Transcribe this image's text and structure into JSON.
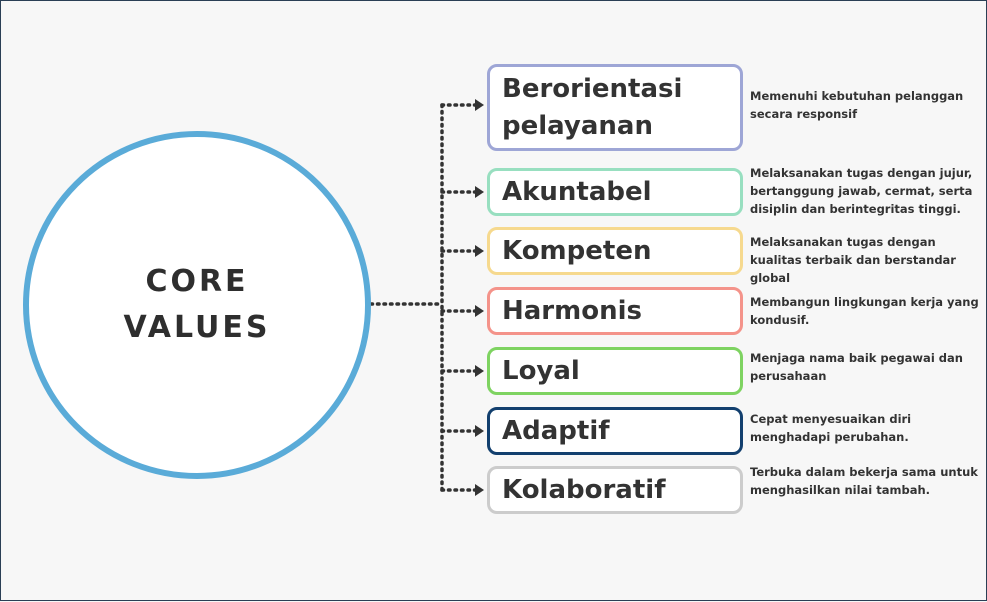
{
  "center": {
    "line1": "CORE",
    "line2": "VALUES"
  },
  "colors": {
    "circle": "#5aabd8",
    "connector": "#333333"
  },
  "values": [
    {
      "label": "Berorientasi pelayanan",
      "description": "Memenuhi kebutuhan pelanggan secara responsif",
      "color": "#9ea6d6"
    },
    {
      "label": "Akuntabel",
      "description": "Melaksanakan tugas dengan jujur, bertanggung jawab, cermat, serta disiplin dan berintegritas tinggi.",
      "color": "#98dfc0"
    },
    {
      "label": "Kompeten",
      "description": "Melaksanakan tugas dengan kualitas terbaik dan berstandar global",
      "color": "#f6d98e"
    },
    {
      "label": "Harmonis",
      "description": "Membangun lingkungan kerja yang kondusif.",
      "color": "#f4938a"
    },
    {
      "label": "Loyal",
      "description": "Menjaga nama baik pegawai dan perusahaan",
      "color": "#7ed361"
    },
    {
      "label": "Adaptif",
      "description": "Cepat menyesuaikan diri menghadapi perubahan.",
      "color": "#123f6e"
    },
    {
      "label": "Kolaboratif",
      "description": "Terbuka dalam bekerja sama untuk menghasilkan nilai tambah.",
      "color": "#cccccc"
    }
  ]
}
